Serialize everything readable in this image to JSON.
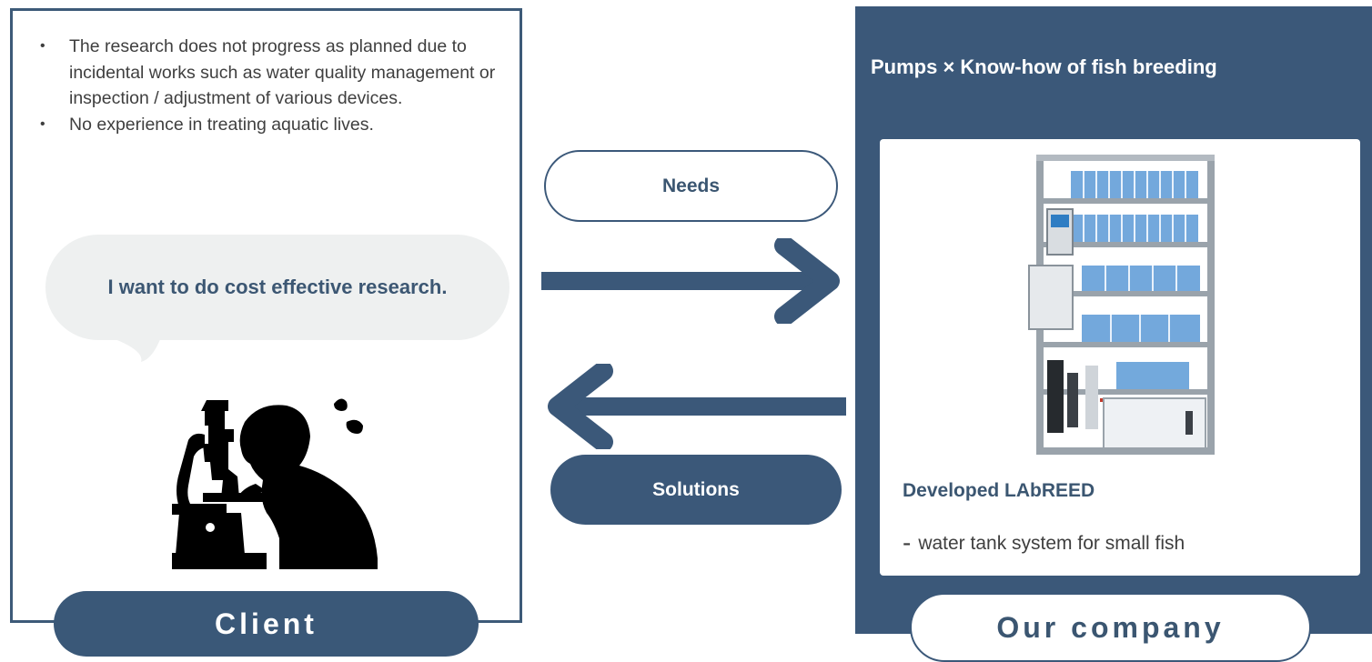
{
  "client": {
    "bullets": [
      "The research does not progress as planned due to incidental works such as water quality management or inspection / adjustment of various devices.",
      "No experience in treating aquatic lives."
    ],
    "speech": "I want to do cost effective research.",
    "label": "Client"
  },
  "flow": {
    "needs": "Needs",
    "solutions": "Solutions"
  },
  "company": {
    "title": "Pumps × Know-how of fish breeding",
    "product_name": "Developed LAbREED",
    "product_dash": "-",
    "product_desc": "water tank system for small fish",
    "label": "Our company"
  },
  "colors": {
    "primary": "#3b5879",
    "bubble": "#eef0f0",
    "body_text": "#3f3f3f"
  }
}
